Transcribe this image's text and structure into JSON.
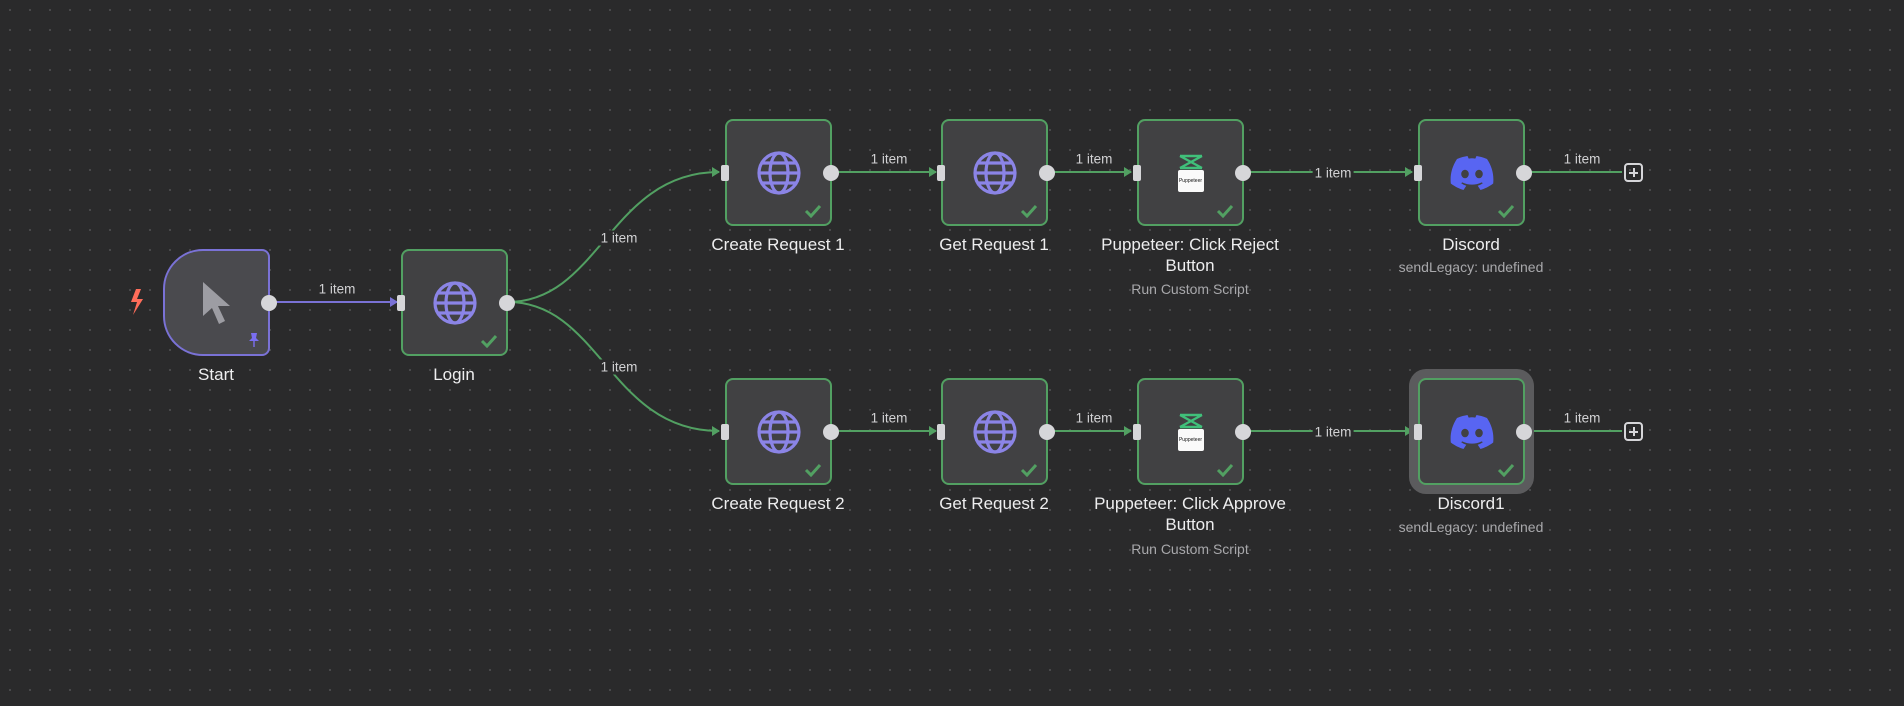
{
  "colors": {
    "success": "#52a062",
    "trigger": "#7a72d6",
    "http": "#8b84e6",
    "discord": "#5865f2",
    "pin": "#7a6ef0",
    "bolt": "#ff6d5a"
  },
  "nodes": {
    "start": {
      "label": "Start",
      "icon": "cursor-icon",
      "pinned": true,
      "trigger": true
    },
    "login": {
      "label": "Login",
      "icon": "globe-icon"
    },
    "create_request_1": {
      "label": "Create Request 1",
      "icon": "globe-icon"
    },
    "get_request_1": {
      "label": "Get Request 1",
      "icon": "globe-icon"
    },
    "puppeteer_reject": {
      "label": "Puppeteer: Click Reject Button",
      "subtitle": "Run Custom Script",
      "icon": "puppeteer-icon"
    },
    "discord": {
      "label": "Discord",
      "subtitle": "sendLegacy: undefined",
      "icon": "discord-icon"
    },
    "create_request_2": {
      "label": "Create Request 2",
      "icon": "globe-icon"
    },
    "get_request_2": {
      "label": "Get Request 2",
      "icon": "globe-icon"
    },
    "puppeteer_approve": {
      "label": "Puppeteer: Click Approve Button",
      "subtitle": "Run Custom Script",
      "icon": "puppeteer-icon"
    },
    "discord1": {
      "label": "Discord1",
      "subtitle": "sendLegacy: undefined",
      "icon": "discord-icon",
      "selected": true
    }
  },
  "edge_labels": {
    "start_login": "1 item",
    "login_create1": "1 item",
    "login_create2": "1 item",
    "create1_get1": "1 item",
    "get1_pup1": "1 item",
    "pup1_discord": "1 item",
    "discord_out": "1 item",
    "create2_get2": "1 item",
    "get2_pup2": "1 item",
    "pup2_discord1": "1 item",
    "discord1_out": "1 item"
  },
  "puppeteer_badge_text": "Puppeteer"
}
